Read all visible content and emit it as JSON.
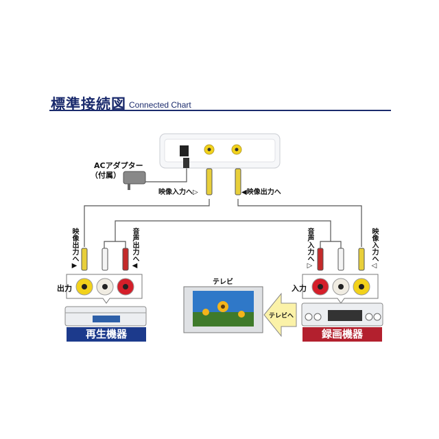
{
  "header": {
    "title": "標準接続図",
    "subtitle": "Connected Chart"
  },
  "adapter": {
    "label": "ACアダプター",
    "note": "（付属）"
  },
  "center_device": {
    "video_in_label": "映像入力へ▷",
    "video_out_label": "◀映像出力へ"
  },
  "playback": {
    "video_out_label": "映像出力へ▶",
    "audio_out_label": "音声出力へ◀",
    "jack_label": "出力",
    "device_label": "再生機器"
  },
  "recorder": {
    "audio_in_label": "音声入力へ▷",
    "video_in_label": "映像入力へ◁",
    "jack_label": "入力",
    "device_label": "録画機器"
  },
  "tv": {
    "label": "テレビ",
    "arrow_label": "テレビへ"
  },
  "colors": {
    "navy": "#1a2a6c",
    "playback_badge": "#1c3a8c",
    "recorder_badge": "#b3202e",
    "video": "#f2d21b",
    "audio_l": "#f0ece2",
    "audio_r": "#d41f2a"
  }
}
